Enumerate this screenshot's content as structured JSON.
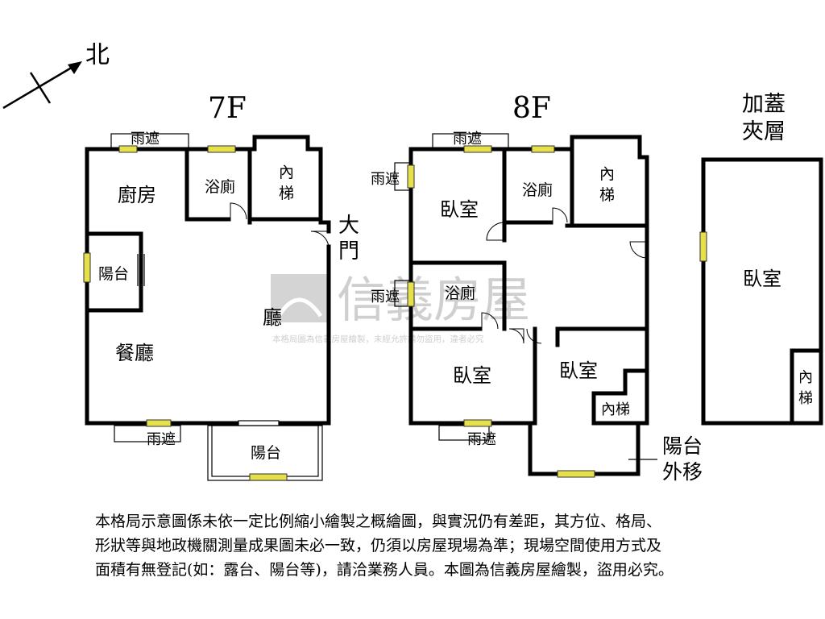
{
  "compass": {
    "north": "北"
  },
  "floors": [
    {
      "id": "7f",
      "title": "7F"
    },
    {
      "id": "8f",
      "title": "8F"
    },
    {
      "id": "mezz",
      "title_line1": "加蓋",
      "title_line2": "夾層"
    }
  ],
  "rooms_7f": {
    "kitchen": "廚房",
    "bathroom": "浴廁",
    "stairs_line1": "內",
    "stairs_line2": "梯",
    "entrance_line1": "大",
    "entrance_line2": "門",
    "balcony_side": "陽台",
    "living": "廳",
    "dining": "餐廳",
    "canopy_top": "雨遮",
    "canopy_bottom": "雨遮",
    "balcony_bottom": "陽台"
  },
  "rooms_8f": {
    "canopy_top": "雨遮",
    "canopy_left": "雨遮",
    "bedroom_1": "臥室",
    "bathroom_1": "浴廁",
    "stairs_line1": "內",
    "stairs_line2": "梯",
    "canopy_mid": "雨遮",
    "bathroom_2": "浴廁",
    "bedroom_2": "臥室",
    "bedroom_3": "臥室",
    "stairs_small": "內梯",
    "canopy_bottom": "雨遮",
    "balcony_moved_line1": "陽台",
    "balcony_moved_line2": "外移"
  },
  "rooms_mezz": {
    "bedroom": "臥室",
    "stairs_line1": "內",
    "stairs_line2": "梯"
  },
  "watermark": {
    "brand": "信義房屋",
    "notice": "本格局圖為信義房屋繪製，未經允許請勿盜用，違者必究"
  },
  "disclaimer": "本格局示意圖係未依一定比例縮小繪製之概繪圖，與實況仍有差距，其方位、格局、\n形狀等與地政機關測量成果圖未必一致，仍須以房屋現場為準；現場空間使用方式及\n面積有無登記(如：露台、陽台等)，請洽業務人員。本圖為信義房屋繪製，盜用必究。",
  "colors": {
    "window": "#e6e04a",
    "wall": "#000000",
    "watermark": "#cfcfcf"
  }
}
